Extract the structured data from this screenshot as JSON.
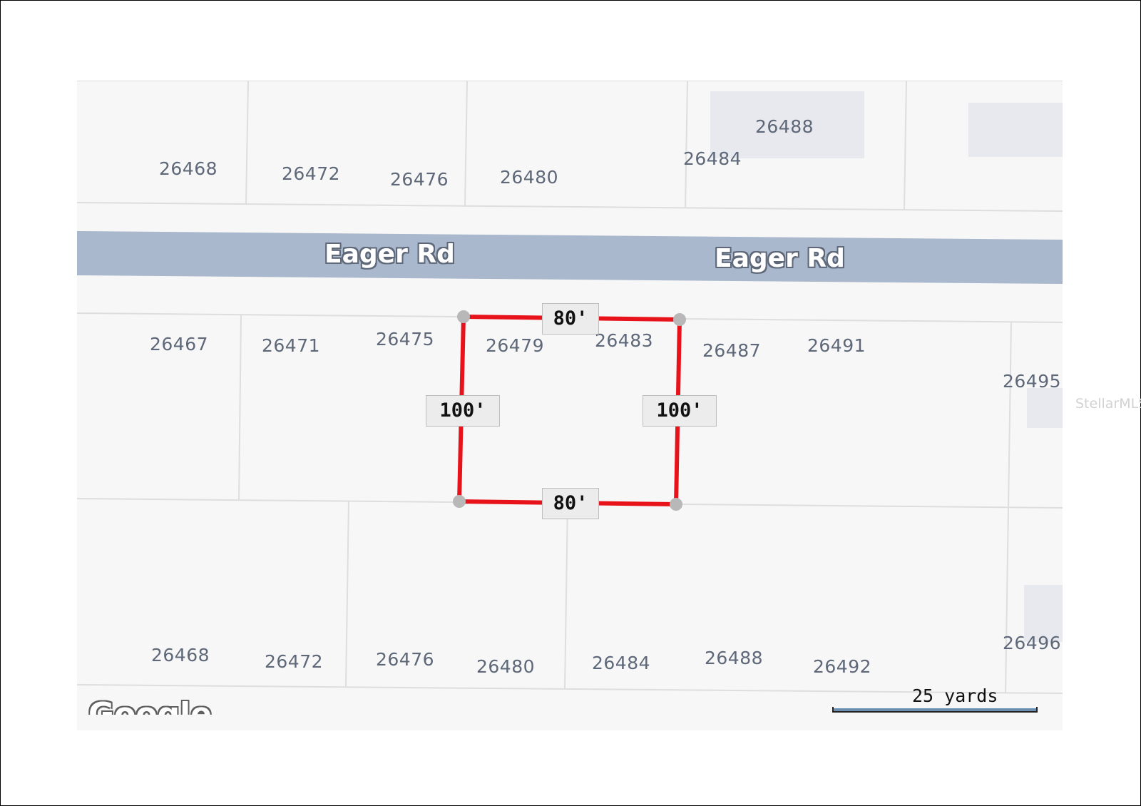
{
  "road": {
    "labels": [
      "Eager Rd",
      "Eager Rd"
    ],
    "color": "#a9b8cc"
  },
  "lots_north": [
    "26468",
    "26472",
    "26476",
    "26480",
    "26484",
    "26488"
  ],
  "lots_middle": [
    "26467",
    "26471",
    "26475",
    "26479",
    "26483",
    "26487",
    "26491",
    "26495"
  ],
  "lots_south": [
    "26468",
    "26472",
    "26476",
    "26480",
    "26484",
    "26488",
    "26492",
    "26496"
  ],
  "parcel": {
    "top_dimension": "80'",
    "bottom_dimension": "80'",
    "left_dimension": "100'",
    "right_dimension": "100'",
    "outline_color": "#e8131a"
  },
  "scale": {
    "label": "25 yards"
  },
  "attribution": {
    "provider": "Google",
    "watermark": "StellarMLS"
  }
}
